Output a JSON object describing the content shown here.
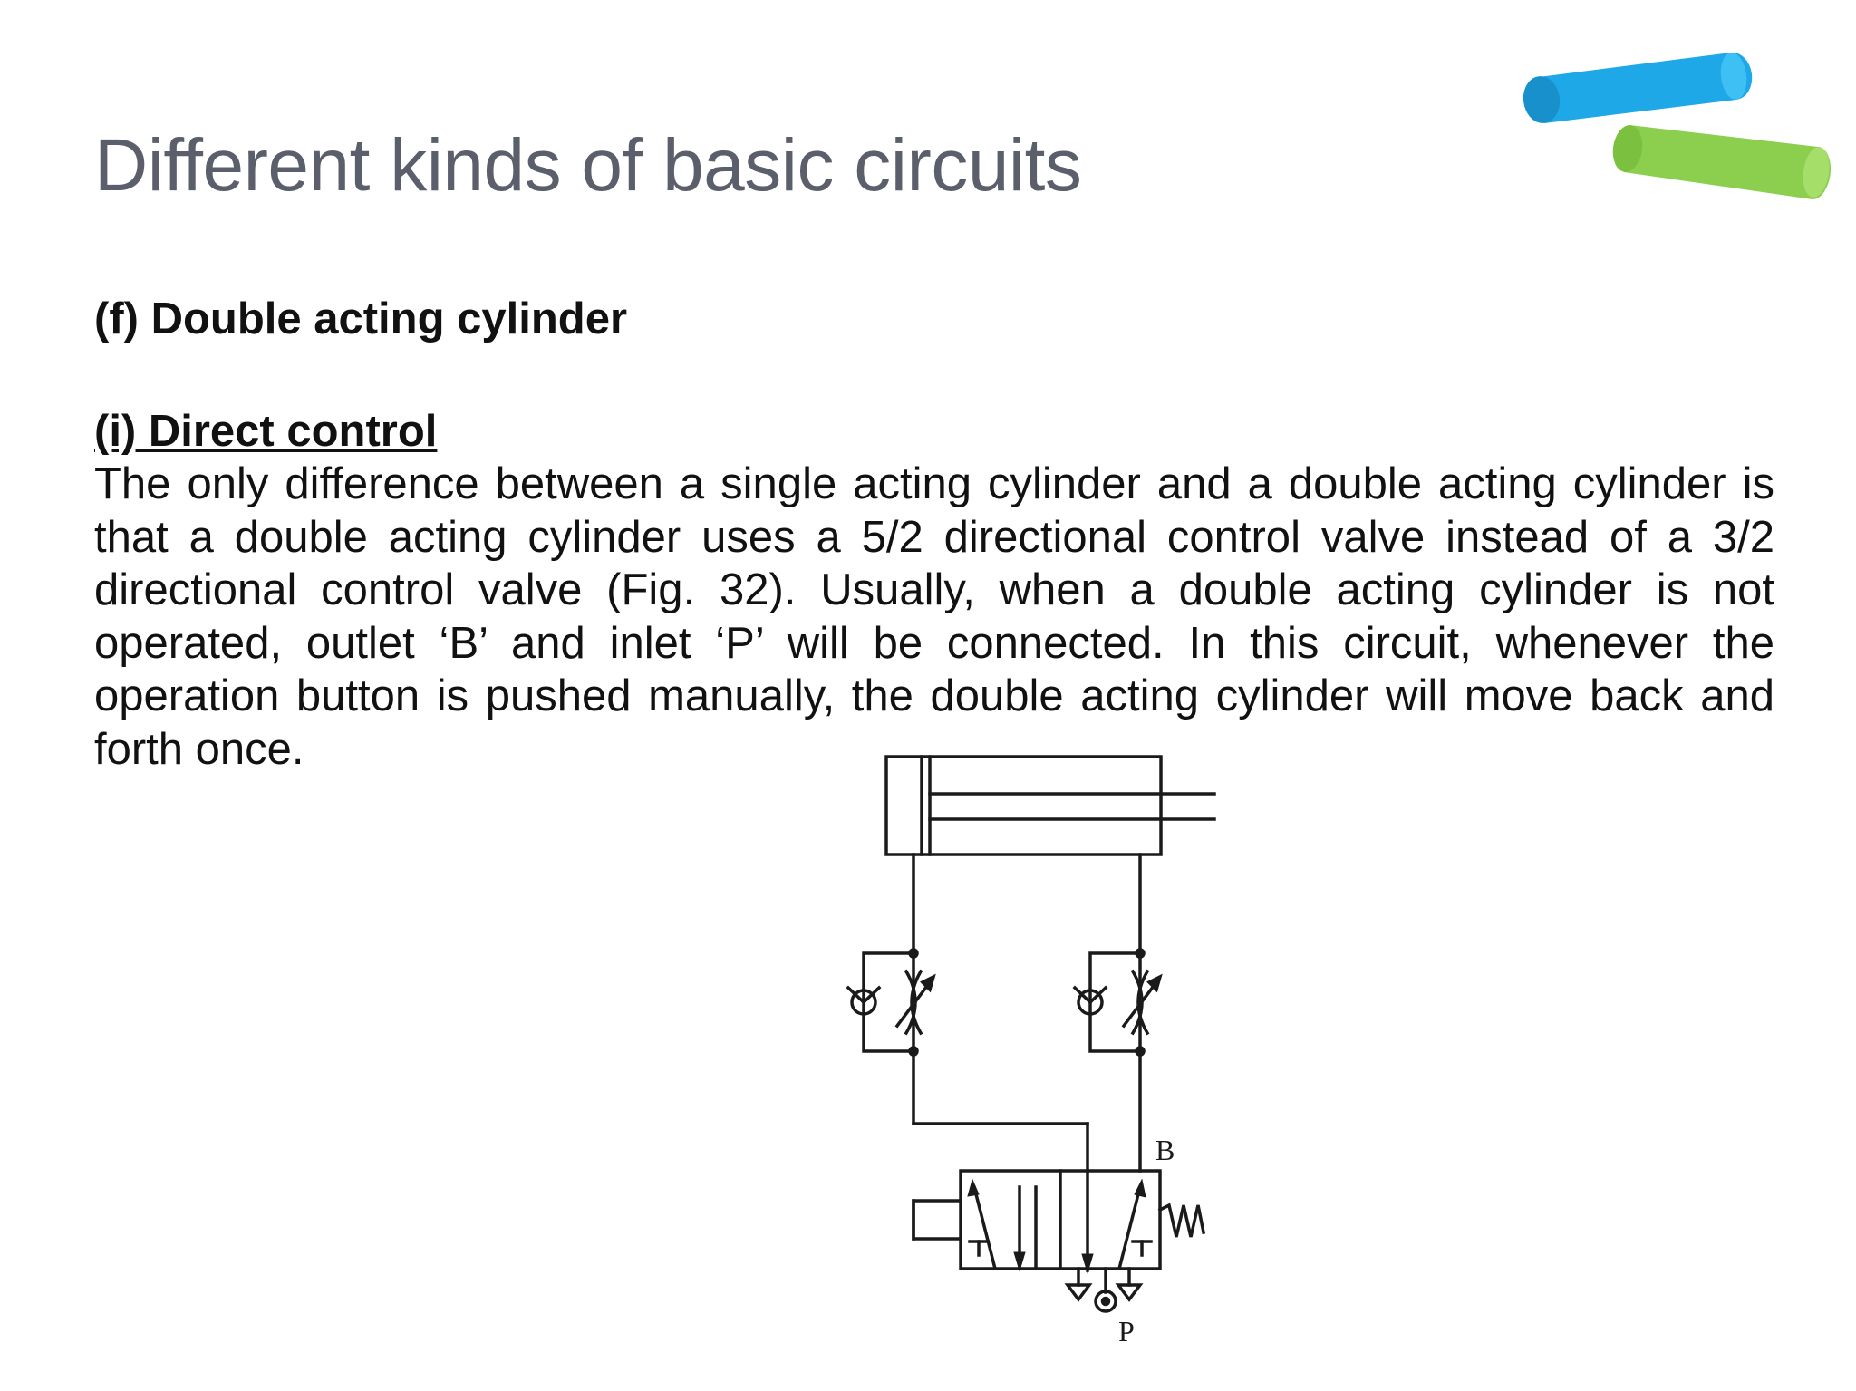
{
  "slide": {
    "title": "Different kinds of basic circuits",
    "subtitle": "(f) Double acting cylinder",
    "subheading": "(i) Direct control",
    "paragraph": "The only difference between a single acting cylinder and a double acting cylinder is that a double acting cylinder uses a 5/2 directional control valve instead of a 3/2 directional control valve (Fig. 32). Usually, when a double acting cylinder is not operated, outlet ‘B’ and inlet ‘P’ will be connected. In this circuit, whenever the operation button is pushed manually, the double acting cylinder will move back and forth once."
  },
  "decoration": {
    "blue_color": "#1ea8e8",
    "green_color": "#8ccf4f"
  },
  "diagram": {
    "label_b": "B",
    "label_p": "P"
  }
}
